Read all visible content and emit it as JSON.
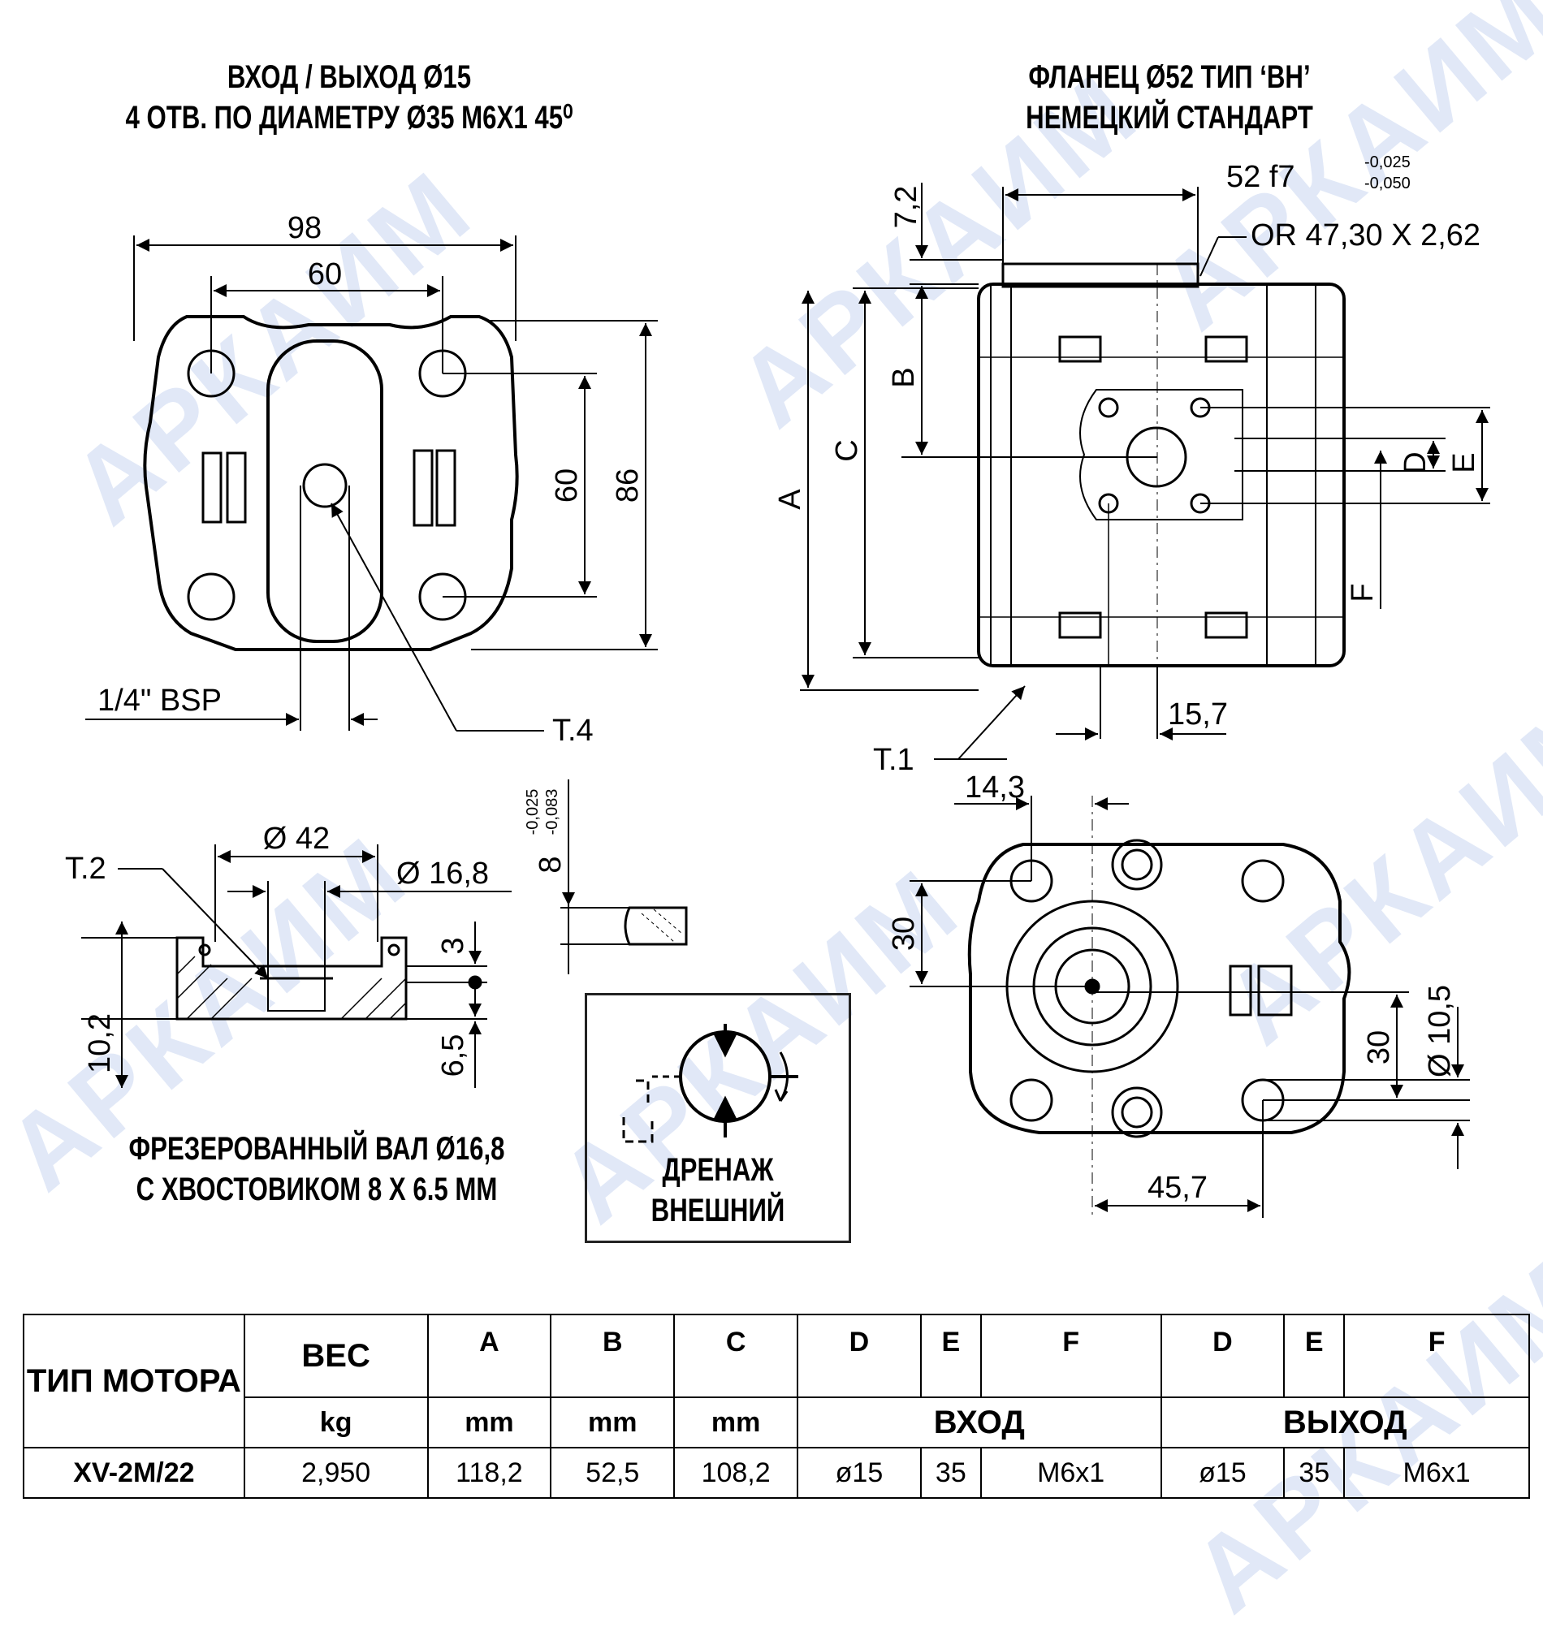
{
  "watermark": {
    "text": "АРКАИМ"
  },
  "captions": {
    "port_line1": "ВХОД / ВЫХОД Ø15",
    "port_line2": "4 ОТВ. ПО ДИАМЕТРУ Ø35 М6Х1 45⁰",
    "flange_line1": "ФЛАНЕЦ Ø52 ТИП ‘ВН’",
    "flange_line2": "НЕМЕЦКИЙ СТАНДАРТ",
    "shaft_line1": "ФРЕЗЕРОВАННЫЙ ВАЛ Ø16,8",
    "shaft_line2": "С ХВОСТОВИКОМ 8 Х 6.5 ММ",
    "drain_line1": "ДРЕНАЖ",
    "drain_line2": "ВНЕШНИЙ"
  },
  "dims": {
    "d98": "98",
    "d60a": "60",
    "d60v": "60",
    "d86": "86",
    "bsp": "1/4\" BSP",
    "t4": "T.4",
    "t1": "T.1",
    "t2": "T.2",
    "d52": "52 f7",
    "tol52a": "-0,025",
    "tol52b": "-0,050",
    "or": "OR 47,30 X 2,62",
    "d72": "7,2",
    "lA": "A",
    "lB": "B",
    "lC": "C",
    "lD": "D",
    "lE": "E",
    "lF": "F",
    "d157": "15,7",
    "d143": "14,3",
    "d30a": "30",
    "d30b": "30",
    "d105": "Ø 10,5",
    "d457": "45,7",
    "d42": "Ø 42",
    "d168": "Ø 16,8",
    "d3": "3",
    "d102": "10,2",
    "d65": "6,5",
    "d8": "8",
    "tol8a": "-0,025",
    "tol8b": "-0,083"
  },
  "table": {
    "type_header": "ТИП МОТОРА",
    "weight_header": "ВЕС",
    "A": "A",
    "B": "B",
    "C": "C",
    "D": "D",
    "E": "E",
    "F": "F",
    "kg": "kg",
    "mm": "mm",
    "inlet": "ВХОД",
    "outlet": "ВЫХОД",
    "row": {
      "type": "XV-2M/22",
      "weight": "2,950",
      "A": "118,2",
      "B": "52,5",
      "C": "108,2",
      "in_D": "ø15",
      "in_E": "35",
      "in_F": "M6x1",
      "out_D": "ø15",
      "out_E": "35",
      "out_F": "M6x1"
    }
  }
}
